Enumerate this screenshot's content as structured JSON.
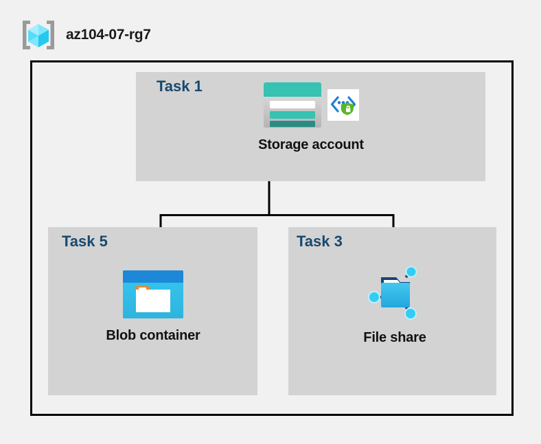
{
  "resource_group": {
    "icon": "resource-group-cube-icon",
    "name": "az104-07-rg7"
  },
  "diagram": {
    "type": "hierarchy",
    "root": "Storage account",
    "children": [
      "Blob container",
      "File share"
    ],
    "nodes": [
      {
        "task_label": "Task 1",
        "caption": "Storage account",
        "icons": [
          "storage-account-icon",
          "secure-code-shield-icon"
        ]
      },
      {
        "task_label": "Task 5",
        "caption": "Blob container",
        "icons": [
          "blob-container-icon"
        ]
      },
      {
        "task_label": "Task 3",
        "caption": "File share",
        "icons": [
          "file-share-icon"
        ]
      }
    ]
  },
  "colors": {
    "background": "#f1f1f1",
    "task_box": "#d3d3d3",
    "task_label": "#18496e",
    "caption": "#111111",
    "boundary": "#000000",
    "storage_teal": "#37c2b1",
    "storage_teal_dark": "#2a8c82",
    "blob_blue": "#1e88d8",
    "blob_cyan": "#32c3f0",
    "blob_orange": "#f6861f",
    "fileshare_blue": "#32bdec",
    "shield_green": "#5ab52a",
    "cube_cyan": "#4ad7f5",
    "bracket_gray": "#9a9a9a"
  }
}
